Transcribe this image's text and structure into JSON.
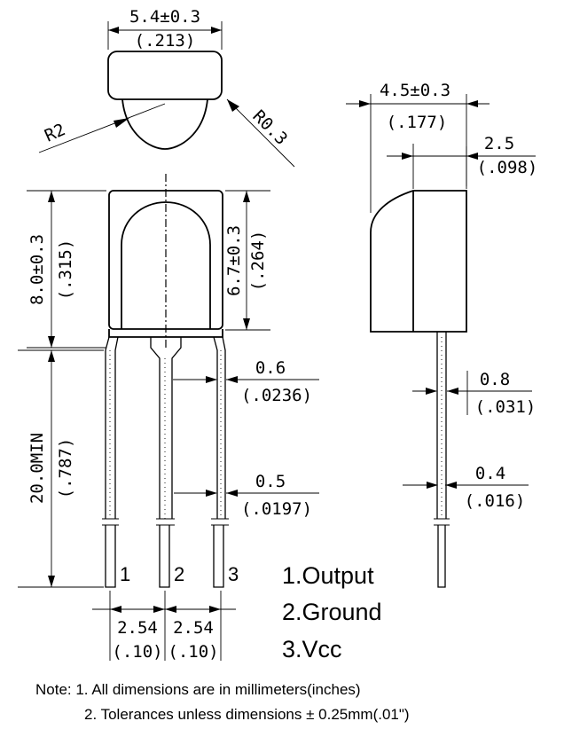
{
  "dimensions": {
    "top_width_mm": "5.4±0.3",
    "top_width_in": "(.213)",
    "radius_left": "R2",
    "radius_right": "R0.3",
    "body_height_mm": "8.0±0.3",
    "body_height_in": "(.315)",
    "lens_height_mm": "6.7±0.3",
    "lens_height_in": "(.264)",
    "lead_length_mm": "20.0MIN",
    "lead_length_in": "(.787)",
    "lead_width_mm": "0.6",
    "lead_width_in": "(.0236)",
    "lead_width2_mm": "0.5",
    "lead_width2_in": "(.0197)",
    "pitch1_mm": "2.54",
    "pitch1_in": "(.10)",
    "pitch2_mm": "2.54",
    "pitch2_in": "(.10)",
    "depth_mm": "4.5±0.3",
    "depth_in": "(.177)",
    "lens_depth_mm": "2.5",
    "lens_depth_in": "(.098)",
    "lead_thick_mm": "0.8",
    "lead_thick_in": "(.031)",
    "lead_thin_mm": "0.4",
    "lead_thin_in": "(.016)"
  },
  "pins": [
    "1",
    "2",
    "3"
  ],
  "legend": [
    "1.Output",
    "2.Ground",
    "3.Vcc"
  ],
  "notes": [
    "Note: 1. All dimensions are in millimeters(inches)",
    "2. Tolerances unless dimensions ± 0.25mm(.01\")"
  ]
}
